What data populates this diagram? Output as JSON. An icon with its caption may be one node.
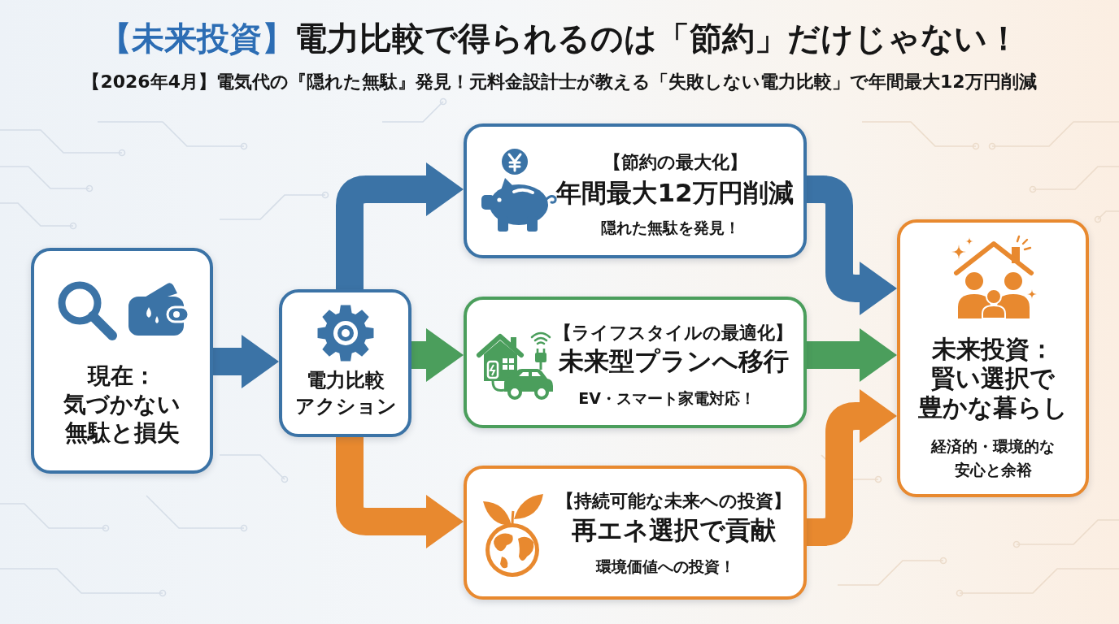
{
  "diagram": {
    "title": "【未来投資】電力比較で得られるのは「節約」だけじゃない！",
    "nodes": [
      {
        "text": [
          "現在：気づかない無駄と損失"
        ]
      },
      {
        "text": [
          "電力比較アクション"
        ]
      },
      {
        "text": [
          "【節約の最大化】",
          "年間最大12万円削減",
          "隠れた無駄を発見！"
        ]
      },
      {
        "text": [
          "【ライフスタイルの最適化】",
          "未来型プランへ移行",
          "EV・スマート家電対応！"
        ]
      },
      {
        "text": [
          "【持続可能な未来への投資】",
          "再エネ選択で貢献",
          "環境価値への投資！"
        ]
      },
      {
        "text": [
          "未来投資：賢い選択で豊かな暮らし",
          "経済的・環境的な安心と余裕"
        ]
      }
    ],
    "edges": [
      {
        "from": 0,
        "to": 1,
        "arrow": "to"
      },
      {
        "from": 1,
        "to": 2,
        "arrow": "to"
      },
      {
        "from": 1,
        "to": 3,
        "arrow": "to",
        "color": "#4b9e5c"
      },
      {
        "from": 1,
        "to": 4,
        "arrow": "to",
        "color": "#e8892f"
      },
      {
        "from": 2,
        "to": 5,
        "arrow": "to"
      },
      {
        "from": 3,
        "to": 5,
        "arrow": "to",
        "color": "#4b9e5c"
      },
      {
        "from": 4,
        "to": 5,
        "arrow": "to",
        "color": "#e8892f"
      }
    ],
    "labels": [
      "【2026年4月】電気代の『隠れた無駄』発見！元料金設計士が教える「失敗しない電力比較」で年間最大12万円削減"
    ]
  }
}
